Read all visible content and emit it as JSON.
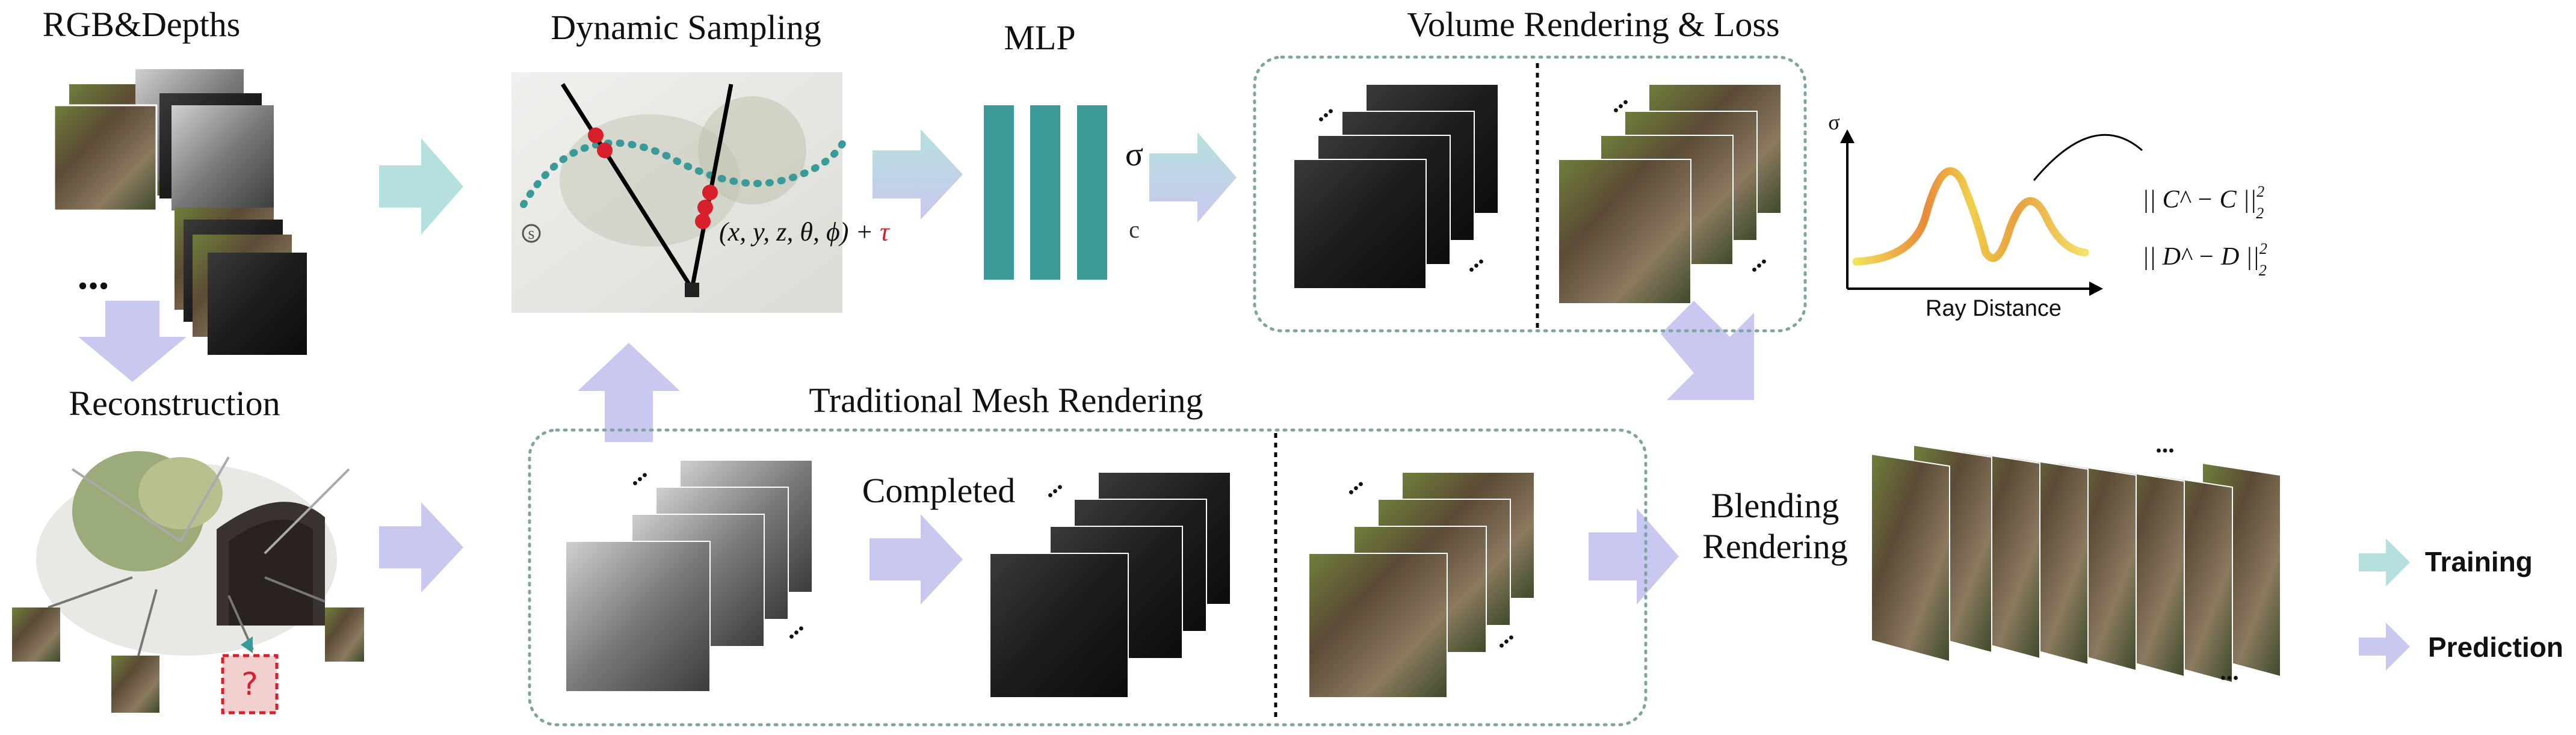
{
  "sections": {
    "rgb_depths": "RGB&Depths",
    "dynamic_sampling": "Dynamic Sampling",
    "mlp": "MLP",
    "volume_rendering": "Volume Rendering & Loss",
    "reconstruction": "Reconstruction",
    "traditional_mesh": "Traditional Mesh Rendering",
    "completed": "Completed",
    "blending_line1": "Blending",
    "blending_line2": "Rendering"
  },
  "math": {
    "sample_tuple": "(x, y, z, θ, ϕ) + ",
    "tau": "τ",
    "sigma": "σ",
    "color_c": "c",
    "s_marker": "s",
    "loss_color": "|| C^ − C ||",
    "loss_depth": "|| D^ − D ||",
    "sub2": "2"
  },
  "plot": {
    "y_axis": "σ",
    "x_axis": "Ray Distance"
  },
  "ellipses": "...",
  "legend": {
    "training": "Training",
    "prediction": "Prediction"
  },
  "colors": {
    "training_arrow": "#b6e0dd",
    "prediction_arrow": "#c9c8f0",
    "mlp_bar": "#3b9a98",
    "dot_path": "#3a9a97",
    "dash_box": "#7fa59f",
    "sample_point": "#d7202c",
    "tau": "#d7202c"
  }
}
